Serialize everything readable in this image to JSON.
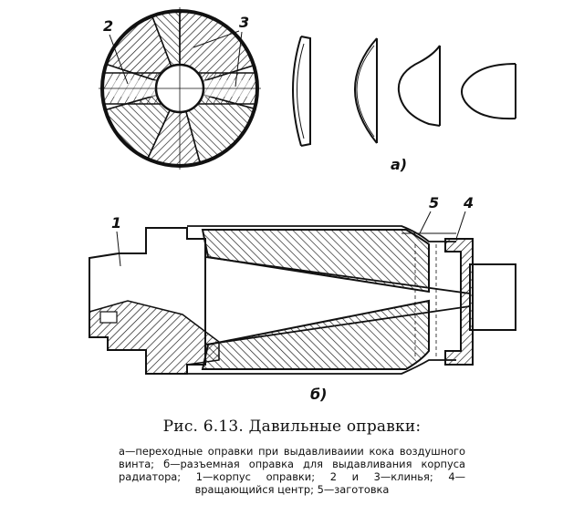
{
  "figure": {
    "part_a_label": "а)",
    "part_b_label": "б)",
    "callouts": {
      "num_1": "1",
      "num_2": "2",
      "num_3": "3",
      "num_4": "4",
      "num_5": "5"
    }
  },
  "caption": {
    "title": "Рис. 6.13. Давильные оправки:",
    "description": "а—переходные оправки при выдавливаиии кока воздушного винта; б—разъемная оправка для выдавливания корпуса радиатора; 1—корпус оправки; 2 и 3—клинья; 4—вращающийся центр; 5—заготовка"
  }
}
